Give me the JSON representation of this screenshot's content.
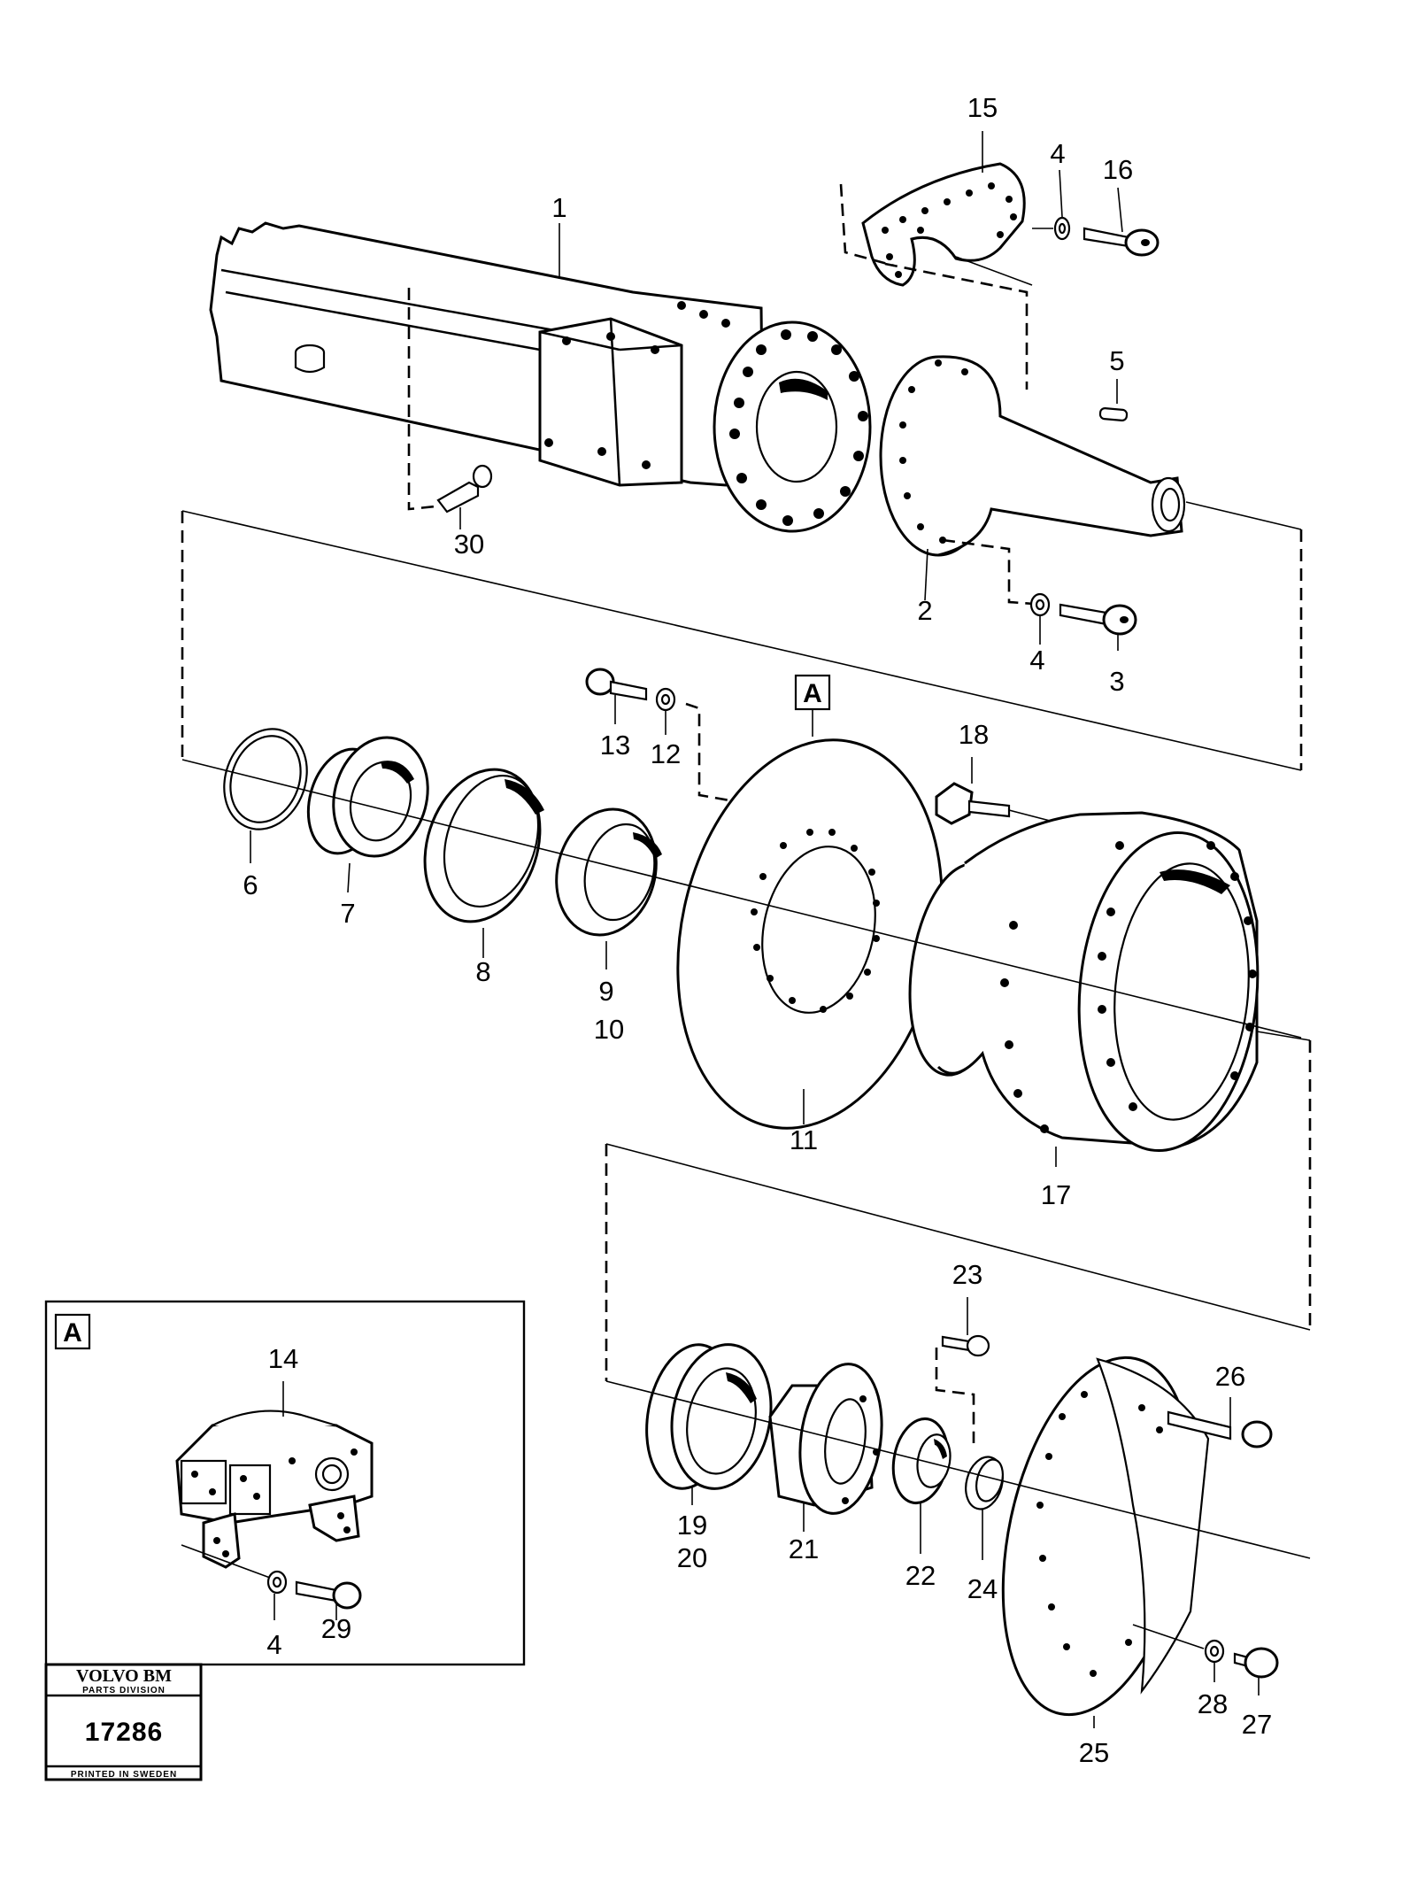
{
  "callouts": {
    "c1": "1",
    "c2": "2",
    "c3": "3",
    "c4a": "4",
    "c4b": "4",
    "c4c": "4",
    "c5": "5",
    "c6": "6",
    "c7": "7",
    "c8": "8",
    "c9": "9",
    "c10": "10",
    "c11": "11",
    "c12": "12",
    "c13": "13",
    "c14": "14",
    "c15": "15",
    "c16": "16",
    "c17": "17",
    "c18": "18",
    "c19": "19",
    "c20": "20",
    "c21": "21",
    "c22": "22",
    "c23": "23",
    "c24": "24",
    "c25": "25",
    "c26": "26",
    "c27": "27",
    "c28": "28",
    "c29": "29",
    "c30": "30"
  },
  "detail_marker": "A",
  "detail_box_label": "A",
  "title_block": {
    "brand": "VOLVO BM",
    "division": "PARTS DIVISION",
    "drawing_number": "17286",
    "printed": "PRINTED IN SWEDEN"
  }
}
